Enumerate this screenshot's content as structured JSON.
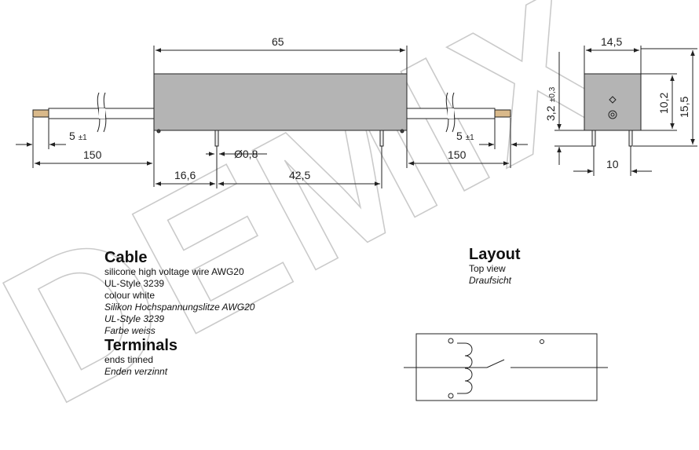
{
  "watermark": "DEMIX",
  "dimensions": {
    "body_length": "65",
    "lead_length_left": "150",
    "lead_length_right": "150",
    "strip_left": "5",
    "strip_right": "5",
    "strip_tol": "±1",
    "pin_diameter": "Ø0,8",
    "pin_offset": "16,6",
    "pin_pitch": "42,5",
    "width": "14,5",
    "height_body": "10,2",
    "height_total": "15,5",
    "pin_length": "3,2",
    "pin_length_tol": "±0,3",
    "pin_spacing": "10"
  },
  "cable": {
    "heading": "Cable",
    "lines": [
      "silicone high voltage wire AWG20",
      "UL-Style 3239",
      "colour white"
    ],
    "lines_de": [
      "Silikon Hochspannungslitze AWG20",
      "UL-Style 3239",
      "Farbe weiss"
    ]
  },
  "terminals": {
    "heading": "Terminals",
    "line": "ends tinned",
    "line_de": "Enden verzinnt"
  },
  "layout": {
    "heading": "Layout",
    "line": "Top view",
    "line_de": "Draufsicht"
  },
  "colors": {
    "body_fill": "#b4b4b4",
    "line": "#222222",
    "watermark": "#c8c8c8",
    "tin": "#d9b98a"
  }
}
